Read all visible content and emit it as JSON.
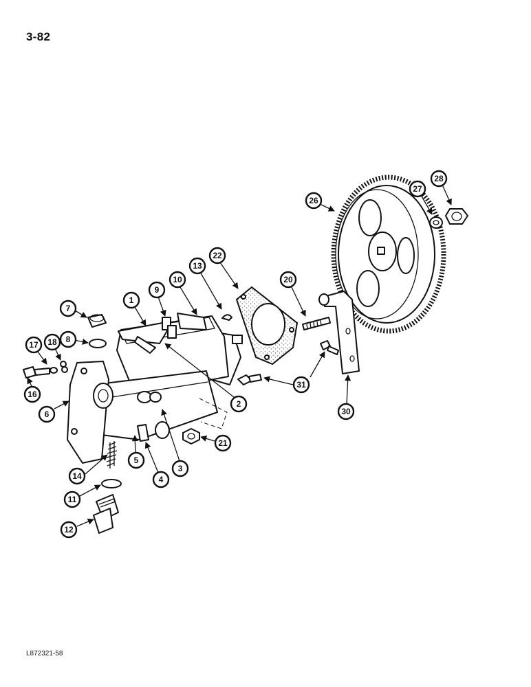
{
  "page": {
    "number": "3-82",
    "figure_id": "L872321-58"
  },
  "callouts": [
    "1",
    "2",
    "3",
    "4",
    "5",
    "6",
    "7",
    "8",
    "9",
    "10",
    "11",
    "12",
    "13",
    "14",
    "16",
    "17",
    "18",
    "20",
    "21",
    "22",
    "26",
    "27",
    "28",
    "30",
    "31"
  ],
  "colors": {
    "ink": "#111111",
    "paper": "#ffffff",
    "gasket_texture": "#9a9a9a"
  }
}
